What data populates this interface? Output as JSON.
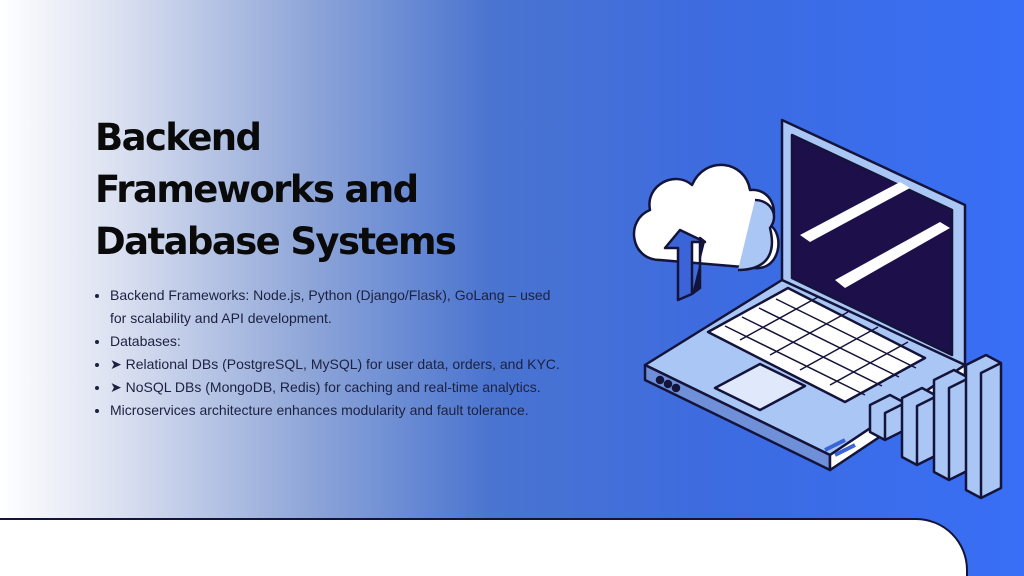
{
  "title_lines": [
    "Backend",
    "Frameworks and",
    "Database Systems"
  ],
  "bullets": [
    "Backend Frameworks: Node.js, Python (Django/Flask), GoLang – used for scalability and API development.",
    "Databases:",
    "➤ Relational DBs (PostgreSQL, MySQL) for user data, orders, and KYC.",
    "➤ NoSQL DBs (MongoDB, Redis) for caching and real-time analytics.",
    "Microservices architecture enhances modularity and fault tolerance."
  ],
  "colors": {
    "background_accent": "#386ff6",
    "title": "#0a0a0a",
    "outline": "#14143a",
    "device_light": "#a9c6f5"
  },
  "icons": [
    "cloud-upload-icon",
    "laptop-illustration",
    "bar-chart-illustration"
  ]
}
